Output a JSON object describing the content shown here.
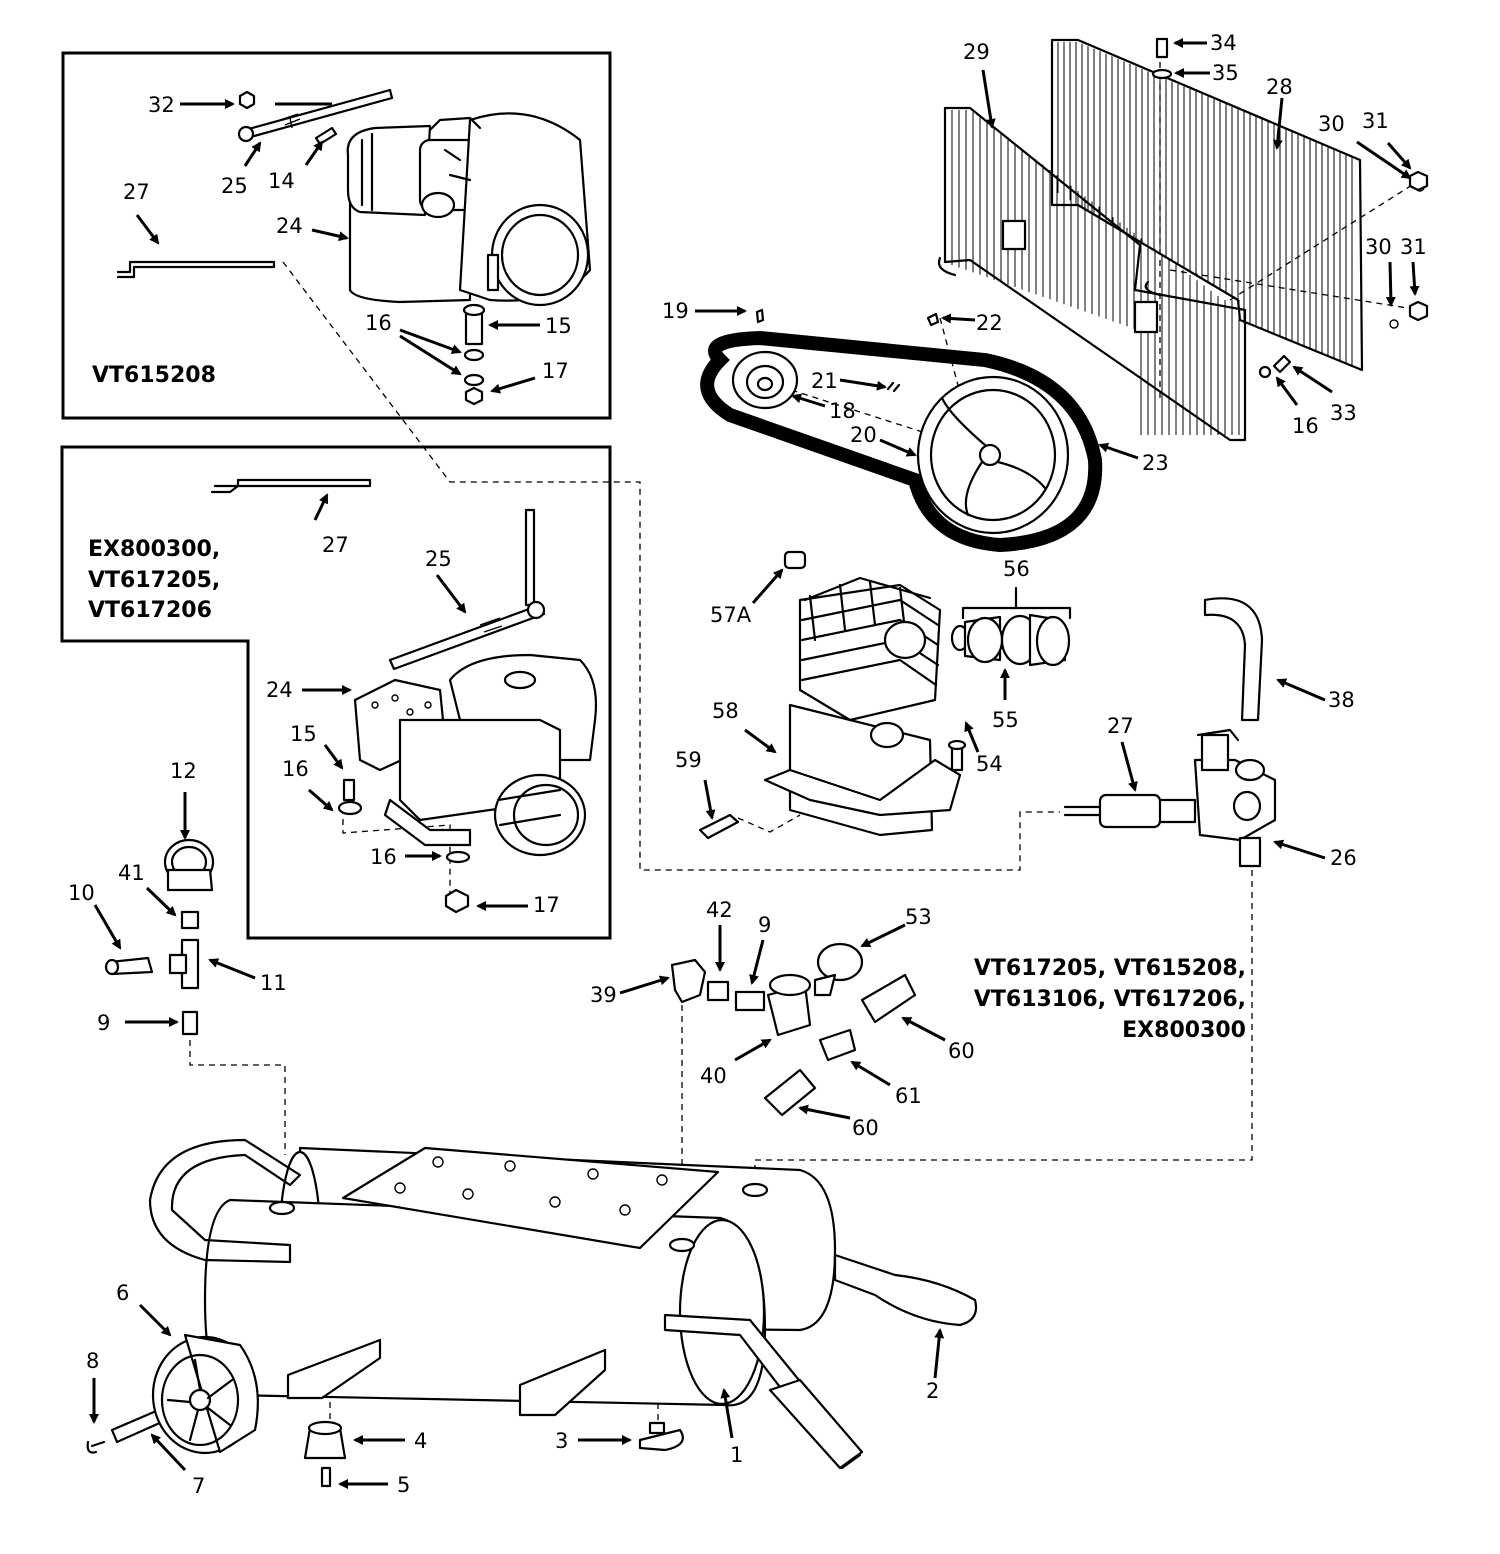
{
  "boxes": {
    "box_a_model": "VT615208",
    "box_b_models": [
      "EX800300,",
      "VT617205,",
      "VT617206"
    ]
  },
  "model_note": [
    "VT617205, VT615208,",
    "VT613106, VT617206,",
    "EX800300"
  ],
  "callouts": [
    {
      "id": "c1",
      "text": "1"
    },
    {
      "id": "c2",
      "text": "2"
    },
    {
      "id": "c3",
      "text": "3"
    },
    {
      "id": "c4",
      "text": "4"
    },
    {
      "id": "c5",
      "text": "5"
    },
    {
      "id": "c6",
      "text": "6"
    },
    {
      "id": "c7",
      "text": "7"
    },
    {
      "id": "c8",
      "text": "8"
    },
    {
      "id": "c9a",
      "text": "9"
    },
    {
      "id": "c9b",
      "text": "9"
    },
    {
      "id": "c10",
      "text": "10"
    },
    {
      "id": "c11",
      "text": "11"
    },
    {
      "id": "c12",
      "text": "12"
    },
    {
      "id": "c14",
      "text": "14"
    },
    {
      "id": "c15a",
      "text": "15"
    },
    {
      "id": "c15b",
      "text": "15"
    },
    {
      "id": "c16a",
      "text": "16"
    },
    {
      "id": "c16b",
      "text": "16"
    },
    {
      "id": "c16c",
      "text": "16"
    },
    {
      "id": "c16d",
      "text": "16"
    },
    {
      "id": "c17a",
      "text": "17"
    },
    {
      "id": "c17b",
      "text": "17"
    },
    {
      "id": "c18",
      "text": "18"
    },
    {
      "id": "c19",
      "text": "19"
    },
    {
      "id": "c20",
      "text": "20"
    },
    {
      "id": "c21",
      "text": "21"
    },
    {
      "id": "c22",
      "text": "22"
    },
    {
      "id": "c23",
      "text": "23"
    },
    {
      "id": "c24a",
      "text": "24"
    },
    {
      "id": "c24b",
      "text": "24"
    },
    {
      "id": "c25a",
      "text": "25"
    },
    {
      "id": "c25b",
      "text": "25"
    },
    {
      "id": "c26",
      "text": "26"
    },
    {
      "id": "c27a",
      "text": "27"
    },
    {
      "id": "c27b",
      "text": "27"
    },
    {
      "id": "c27c",
      "text": "27"
    },
    {
      "id": "c28",
      "text": "28"
    },
    {
      "id": "c29",
      "text": "29"
    },
    {
      "id": "c30a",
      "text": "30"
    },
    {
      "id": "c30b",
      "text": "30"
    },
    {
      "id": "c31a",
      "text": "31"
    },
    {
      "id": "c31b",
      "text": "31"
    },
    {
      "id": "c32",
      "text": "32"
    },
    {
      "id": "c33",
      "text": "33"
    },
    {
      "id": "c34",
      "text": "34"
    },
    {
      "id": "c35",
      "text": "35"
    },
    {
      "id": "c38",
      "text": "38"
    },
    {
      "id": "c39",
      "text": "39"
    },
    {
      "id": "c40",
      "text": "40"
    },
    {
      "id": "c41",
      "text": "41"
    },
    {
      "id": "c42",
      "text": "42"
    },
    {
      "id": "c53",
      "text": "53"
    },
    {
      "id": "c54",
      "text": "54"
    },
    {
      "id": "c55",
      "text": "55"
    },
    {
      "id": "c56",
      "text": "56"
    },
    {
      "id": "c57a",
      "text": "57A"
    },
    {
      "id": "c58",
      "text": "58"
    },
    {
      "id": "c59",
      "text": "59"
    },
    {
      "id": "c60a",
      "text": "60"
    },
    {
      "id": "c60b",
      "text": "60"
    },
    {
      "id": "c61",
      "text": "61"
    }
  ]
}
